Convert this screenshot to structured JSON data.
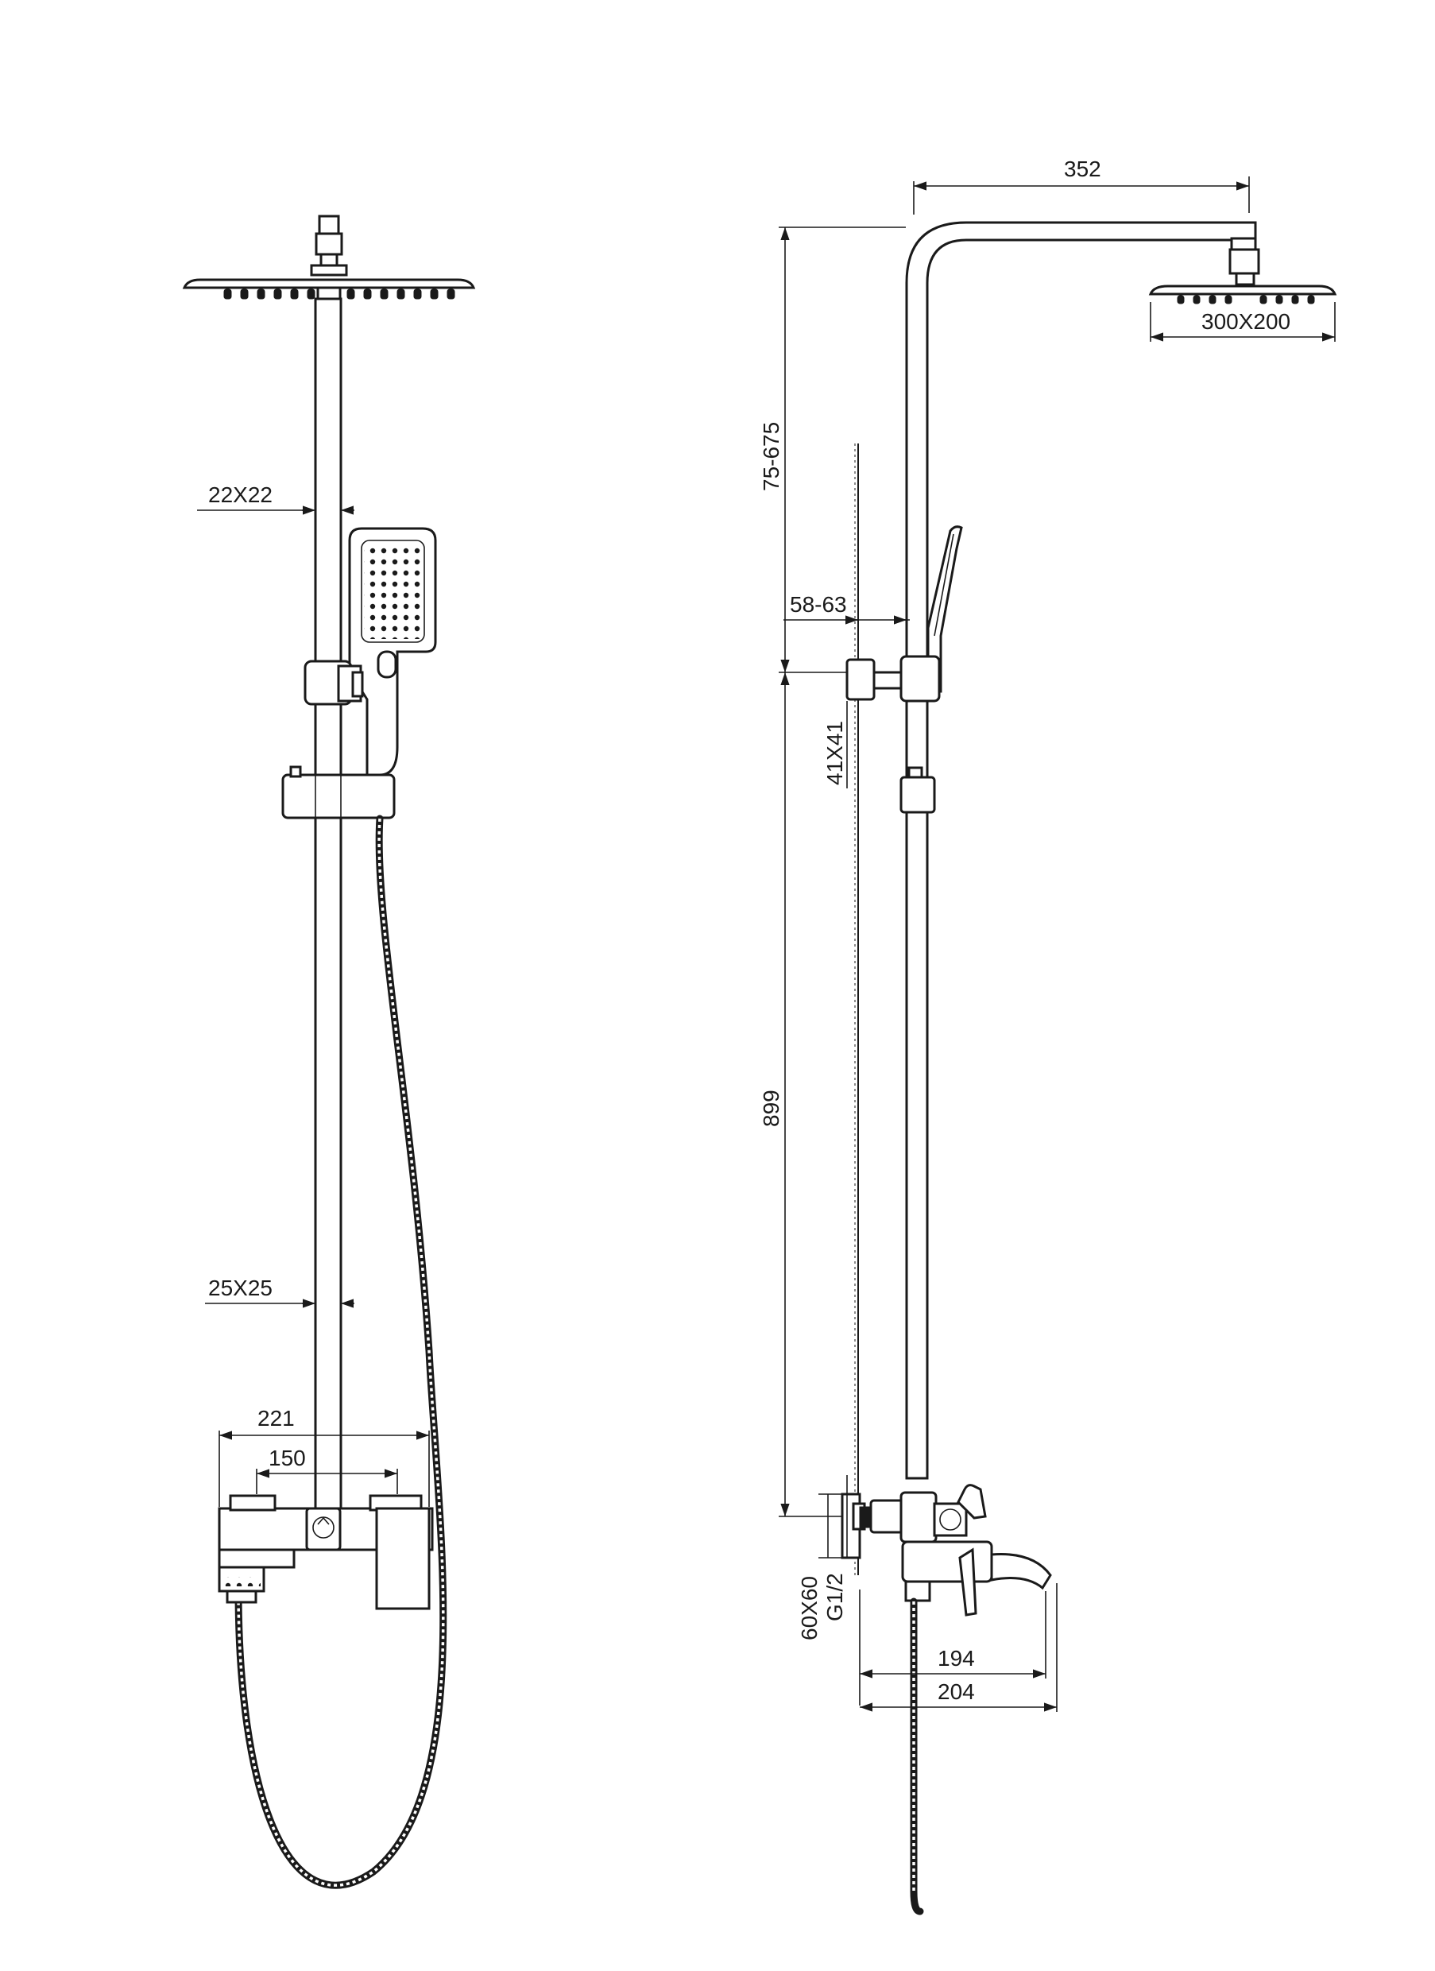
{
  "dimensions": {
    "front": {
      "upper_bar": "22X22",
      "lower_bar": "25X25",
      "mixer_width": "221",
      "mixer_center": "150"
    },
    "side": {
      "arm_length": "352",
      "head_size": "300X200",
      "height_adjust": "75-675",
      "wall_bracket": "58-63",
      "bracket_size": "41X41",
      "column_height": "899",
      "mixer_plate": "60X60",
      "thread": "G1/2",
      "spout_194": "194",
      "spout_204": "204"
    }
  },
  "colors": {
    "line": "#1a1a1a",
    "background": "#ffffff"
  }
}
